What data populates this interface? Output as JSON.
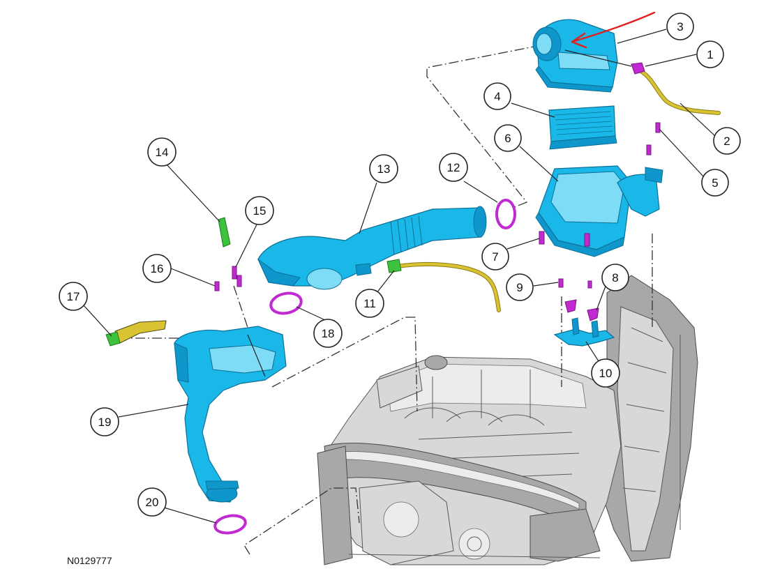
{
  "figure": {
    "reference_code": "N0129777",
    "callouts": [
      {
        "id": "1",
        "label": "1"
      },
      {
        "id": "2",
        "label": "2"
      },
      {
        "id": "3",
        "label": "3"
      },
      {
        "id": "4",
        "label": "4"
      },
      {
        "id": "5",
        "label": "5"
      },
      {
        "id": "6",
        "label": "6"
      },
      {
        "id": "7",
        "label": "7"
      },
      {
        "id": "8",
        "label": "8"
      },
      {
        "id": "9",
        "label": "9"
      },
      {
        "id": "10",
        "label": "10"
      },
      {
        "id": "11",
        "label": "11"
      },
      {
        "id": "12",
        "label": "12"
      },
      {
        "id": "13",
        "label": "13"
      },
      {
        "id": "14",
        "label": "14"
      },
      {
        "id": "15",
        "label": "15"
      },
      {
        "id": "16",
        "label": "16"
      },
      {
        "id": "17",
        "label": "17"
      },
      {
        "id": "18",
        "label": "18"
      },
      {
        "id": "19",
        "label": "19"
      },
      {
        "id": "20",
        "label": "20"
      }
    ],
    "colors": {
      "component_blue": "#1ab8e8",
      "fastener_magenta": "#c02ad0",
      "wire_yellow": "#d9c332",
      "sensor_green": "#3cc23c",
      "engine_gray": "#d8d8d8",
      "annotation_red": "#e0201e"
    }
  }
}
